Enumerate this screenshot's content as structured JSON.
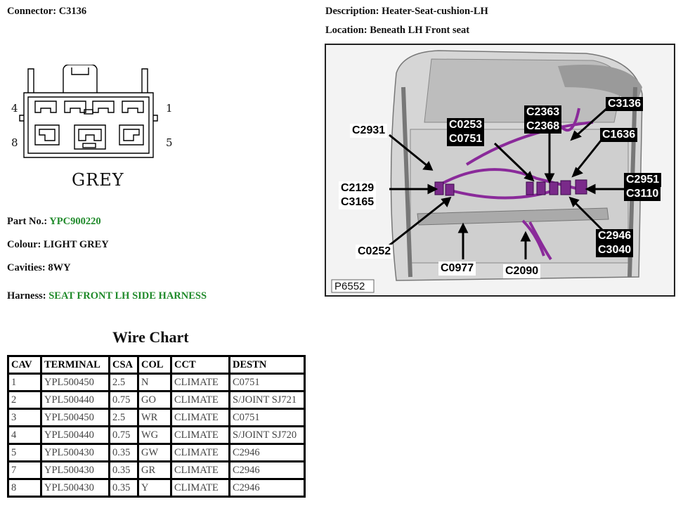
{
  "header": {
    "connector": "Connector: C3136",
    "description": "Description: Heater-Seat-cushion-LH",
    "location": "Location: Beneath LH Front seat"
  },
  "connector_drawing": {
    "label": "GREY",
    "pin_numbers": [
      "4",
      "1",
      "8",
      "5"
    ]
  },
  "details": {
    "part_no_label": "Part No.:",
    "part_no_value": "YPC900220",
    "colour": "Colour: LIGHT GREY",
    "cavities": "Cavities: 8WY",
    "harness_label": "Harness:",
    "harness_value": "SEAT FRONT LH SIDE HARNESS"
  },
  "photo": {
    "ref": "P6552",
    "callouts": {
      "c3136": "C3136",
      "c2363": "C2363",
      "c2368": "C2368",
      "c0253": "C0253",
      "c0751": "C0751",
      "c2931": "C2931",
      "c1636": "C1636",
      "c2129": "C2129",
      "c3165": "C3165",
      "c2951": "C2951",
      "c3110": "C3110",
      "c2946": "C2946",
      "c3040": "C3040",
      "c0252": "C0252",
      "c0977": "C0977",
      "c2090": "C2090"
    }
  },
  "wire_chart": {
    "title": "Wire Chart",
    "headers": [
      "CAV",
      "TERMINAL",
      "CSA",
      "COL",
      "CCT",
      "DESTN"
    ],
    "rows": [
      [
        "1",
        "YPL500450",
        "2.5",
        "N",
        "CLIMATE",
        "C0751"
      ],
      [
        "2",
        "YPL500440",
        "0.75",
        "GO",
        "CLIMATE",
        "S/JOINT SJ721"
      ],
      [
        "3",
        "YPL500450",
        "2.5",
        "WR",
        "CLIMATE",
        "C0751"
      ],
      [
        "4",
        "YPL500440",
        "0.75",
        "WG",
        "CLIMATE",
        "S/JOINT SJ720"
      ],
      [
        "5",
        "YPL500430",
        "0.35",
        "GW",
        "CLIMATE",
        "C2946"
      ],
      [
        "7",
        "YPL500430",
        "0.35",
        "GR",
        "CLIMATE",
        "C2946"
      ],
      [
        "8",
        "YPL500430",
        "0.35",
        "Y",
        "CLIMATE",
        "C2946"
      ]
    ]
  },
  "colors": {
    "green_text": "#1f8a2a",
    "harness_purple": "#8a2a9a",
    "callout_bg": "#000000"
  }
}
